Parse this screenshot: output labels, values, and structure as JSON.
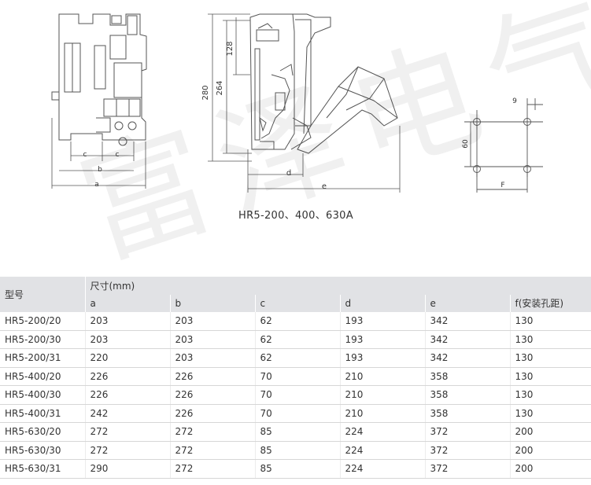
{
  "drawing": {
    "side_view_dims": {
      "a": "a",
      "b": "b",
      "c1": "c",
      "c2": "c"
    },
    "main_view_dims": {
      "h280": "280",
      "h264": "264",
      "h128": "128",
      "d": "d",
      "e": "e"
    },
    "mount_dims": {
      "h60": "60",
      "w9": "9",
      "F": "F"
    },
    "caption": "HR5-200、400、630A",
    "watermark": "富泽电气"
  },
  "table": {
    "model_header": "型号",
    "dim_header": "尺寸(mm)",
    "columns": [
      "a",
      "b",
      "c",
      "d",
      "e",
      "f(安装孔距)"
    ],
    "rows": [
      {
        "model": "HR5-200/20",
        "values": [
          "203",
          "203",
          "62",
          "193",
          "342",
          "130"
        ]
      },
      {
        "model": "HR5-200/30",
        "values": [
          "203",
          "203",
          "62",
          "193",
          "342",
          "130"
        ]
      },
      {
        "model": "HR5-200/31",
        "values": [
          "220",
          "203",
          "62",
          "193",
          "342",
          "130"
        ]
      },
      {
        "model": "HR5-400/20",
        "values": [
          "226",
          "226",
          "70",
          "210",
          "358",
          "130"
        ]
      },
      {
        "model": "HR5-400/30",
        "values": [
          "226",
          "226",
          "70",
          "210",
          "358",
          "130"
        ]
      },
      {
        "model": "HR5-400/31",
        "values": [
          "242",
          "226",
          "70",
          "210",
          "358",
          "130"
        ]
      },
      {
        "model": "HR5-630/20",
        "values": [
          "272",
          "272",
          "85",
          "224",
          "372",
          "200"
        ]
      },
      {
        "model": "HR5-630/30",
        "values": [
          "272",
          "272",
          "85",
          "224",
          "372",
          "200"
        ]
      },
      {
        "model": "HR5-630/31",
        "values": [
          "290",
          "272",
          "85",
          "224",
          "372",
          "200"
        ]
      }
    ]
  }
}
